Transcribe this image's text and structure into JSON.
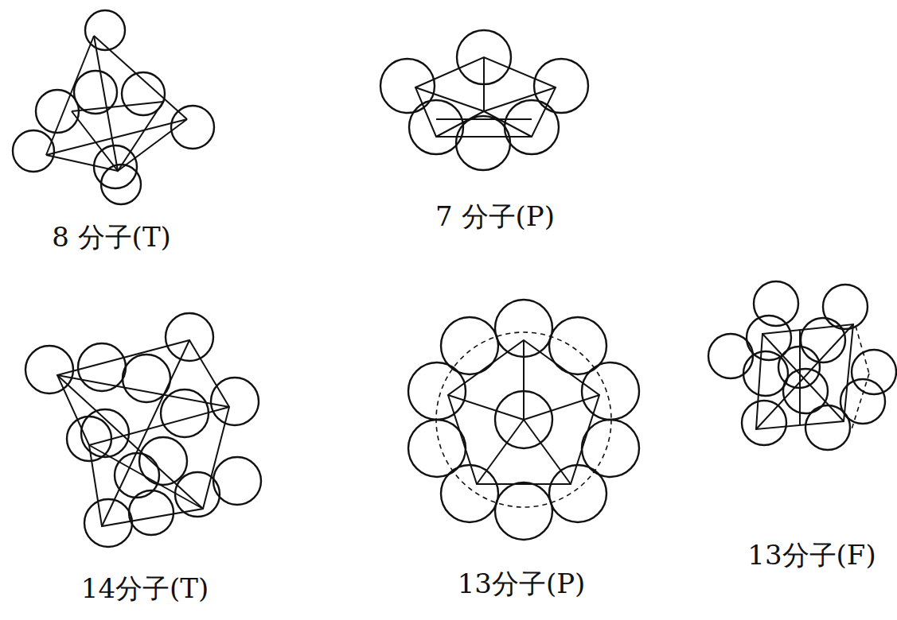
{
  "diagram": {
    "labels": [
      "8 分子(T)",
      "7 分子(P)",
      "14分子(T)",
      "13分子(P)",
      "13分子(F)"
    ]
  }
}
